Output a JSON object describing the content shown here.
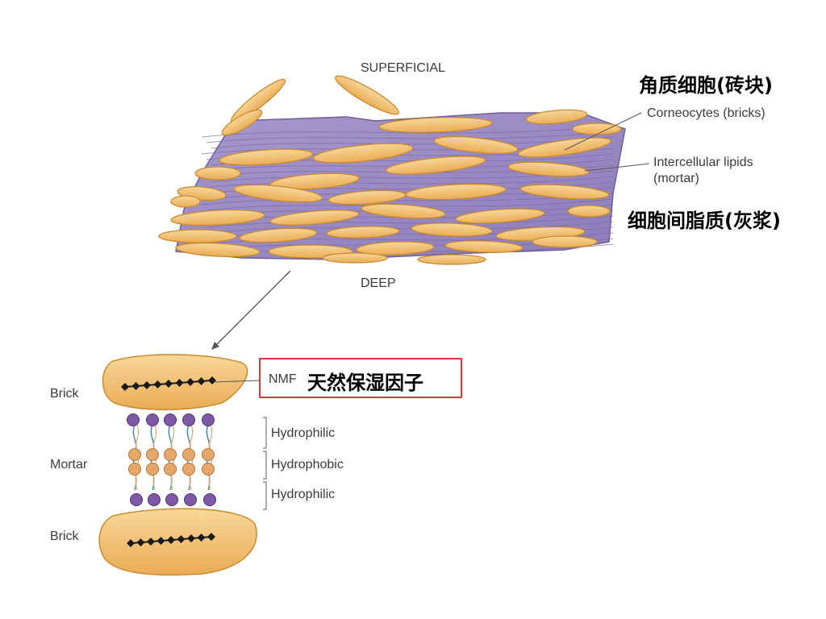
{
  "top_diagram": {
    "superficial": "SUPERFICIAL",
    "deep": "DEEP",
    "corneocytes_label": "Corneocytes (bricks)",
    "lipids_label_line1": "Intercellular lipids",
    "lipids_label_line2": "(mortar)",
    "corneocytes_cn": "角质细胞(砖块)",
    "lipids_cn": "细胞间脂质(灰浆)"
  },
  "bottom_diagram": {
    "brick_top": "Brick",
    "mortar": "Mortar",
    "brick_bottom": "Brick",
    "nmf": "NMF",
    "nmf_cn": "天然保湿因子",
    "layers": [
      "Hydrophilic",
      "Hydrophobic",
      "Hydrophilic"
    ]
  },
  "colors": {
    "brick_fill": "#f3c374",
    "brick_stroke": "#c98a2e",
    "lipid_fill": "#9e8fc4",
    "head_purple": "#7e5aa6",
    "head_orange": "#e6a86a",
    "highlight_box": "#d33a36"
  }
}
